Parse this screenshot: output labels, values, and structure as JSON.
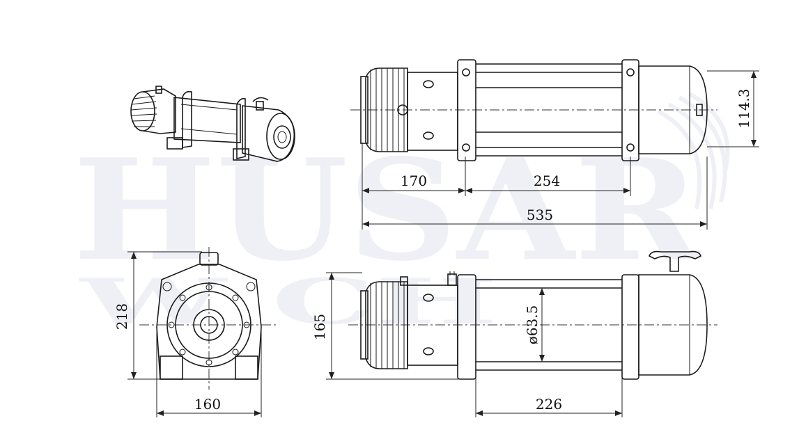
{
  "watermark": {
    "line1": "HUSAR",
    "line2": "WINCH",
    "line2_visible": "W  CH"
  },
  "dimensions": {
    "top_view": {
      "width_170": "170",
      "width_254": "254",
      "overall_length": "535",
      "height": "114.3"
    },
    "front_view": {
      "height": "218",
      "width": "160"
    },
    "side_view": {
      "height": "165",
      "drum_diameter": "ø63.5",
      "drum_length": "226"
    }
  },
  "colors": {
    "line": "#1a1a1a",
    "watermark": "#eef0f6"
  }
}
